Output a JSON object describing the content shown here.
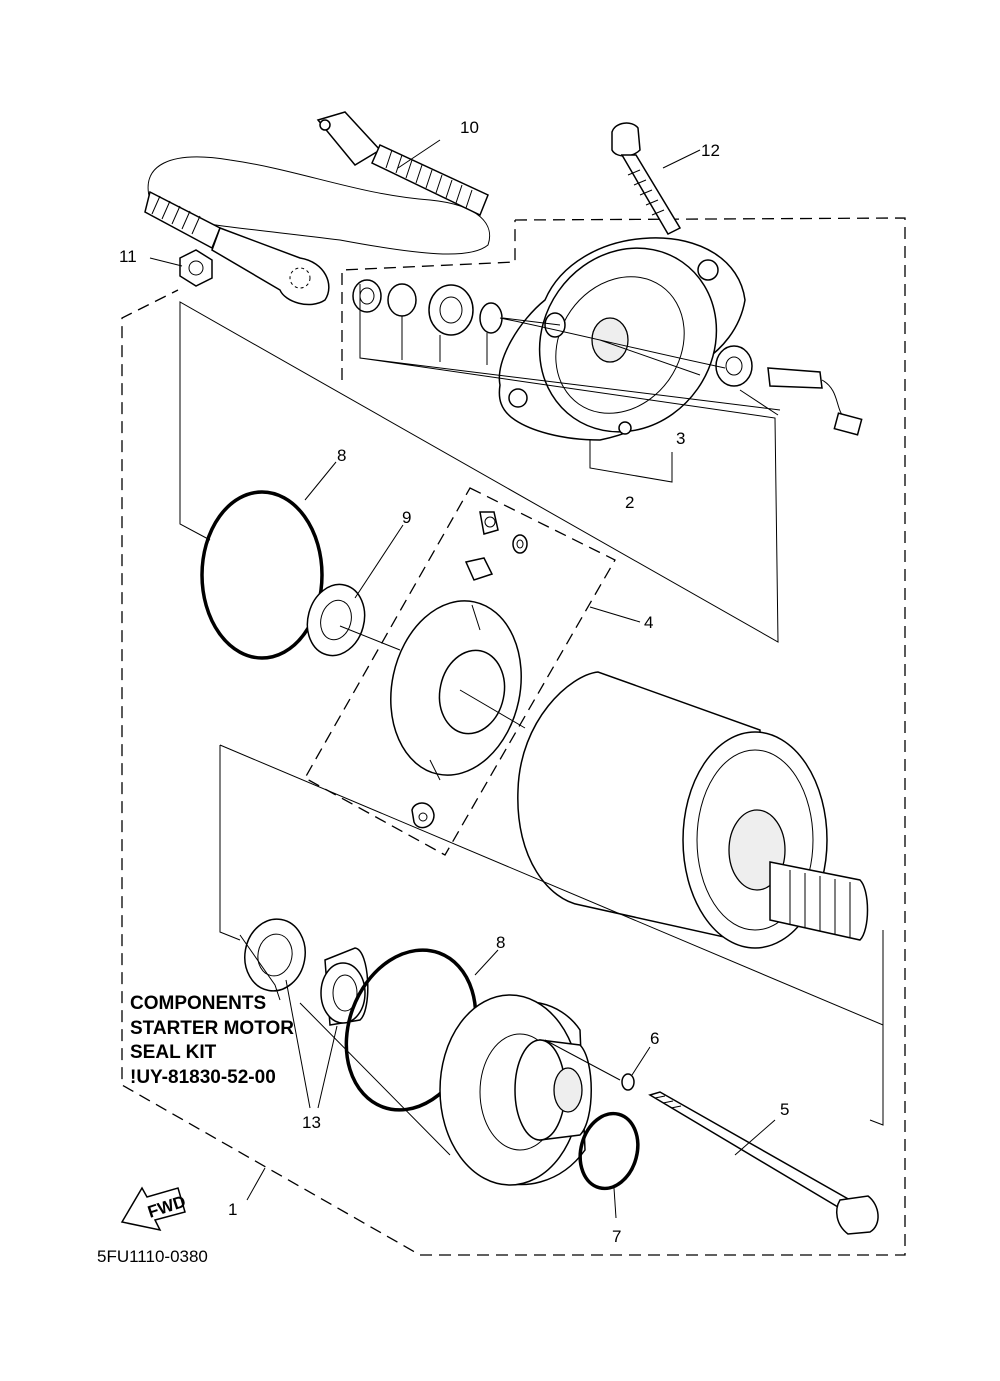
{
  "callouts": {
    "c1": "1",
    "c2": "2",
    "c3": "3",
    "c4": "4",
    "c5": "5",
    "c6": "6",
    "c7": "7",
    "c8a": "8",
    "c8b": "8",
    "c9": "9",
    "c10": "10",
    "c11": "11",
    "c12": "12",
    "c13": "13"
  },
  "note": {
    "line1": "COMPONENTS",
    "line2": "STARTER MOTOR",
    "line3": "SEAL KIT",
    "line4": "!UY-81830-52-00"
  },
  "fwd_label": "FWD",
  "diagram_code": "5FU1110-0380"
}
